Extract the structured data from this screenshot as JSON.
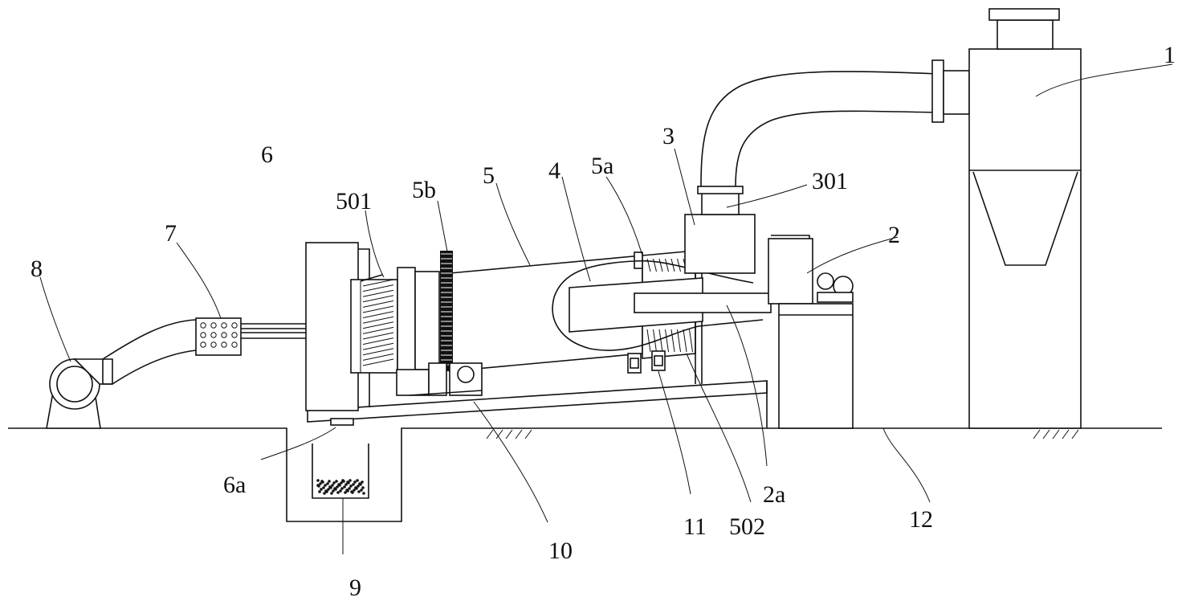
{
  "labels": {
    "l1": "1",
    "l2": "2",
    "l2a": "2a",
    "l3": "3",
    "l301": "301",
    "l4": "4",
    "l5": "5",
    "l5a": "5a",
    "l5b": "5b",
    "l501": "501",
    "l502": "502",
    "l6": "6",
    "l6a": "6a",
    "l7": "7",
    "l8": "8",
    "l9": "9",
    "l10": "10",
    "l11": "11",
    "l12": "12"
  }
}
